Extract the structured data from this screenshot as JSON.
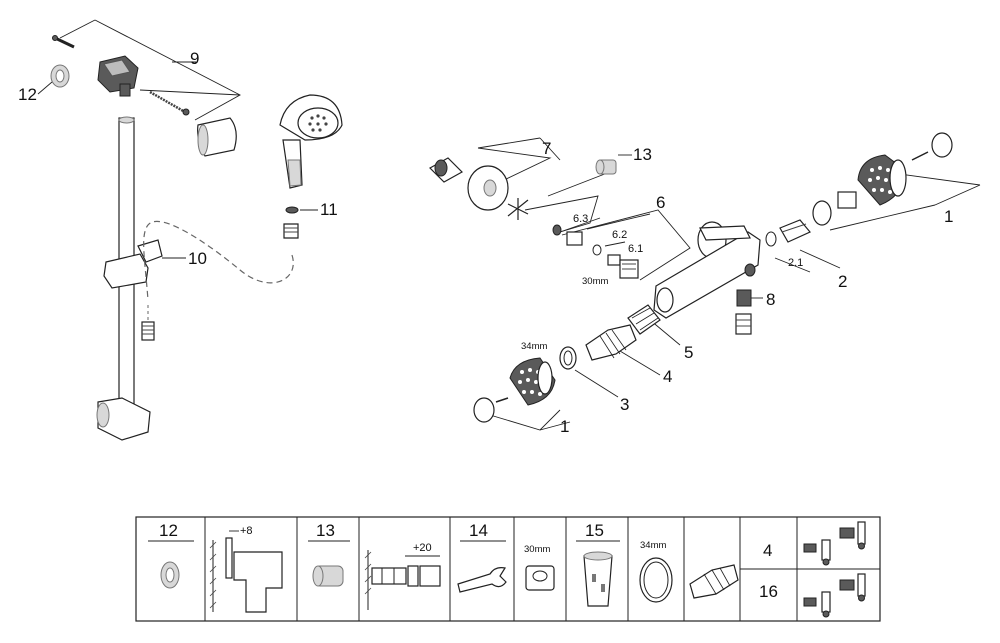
{
  "callouts": {
    "c1a": "1",
    "c1b": "1",
    "c2": "2",
    "c2_1": "2.1",
    "c3": "3",
    "c4": "4",
    "c5": "5",
    "c6": "6",
    "c6_1": "6.1",
    "c6_2": "6.2",
    "c6_3": "6.3",
    "c7": "7",
    "c8": "8",
    "c9": "9",
    "c10": "10",
    "c11": "11",
    "c12": "12",
    "c13": "13"
  },
  "dims": {
    "nut_30": "30mm",
    "ring_34": "34mm"
  },
  "table": {
    "h12": "12",
    "h13": "13",
    "h14": "14",
    "h15": "15",
    "plus8": "+8",
    "plus20": "+20",
    "d30": "30mm",
    "d34": "34mm",
    "r4": "4",
    "r16": "16"
  }
}
